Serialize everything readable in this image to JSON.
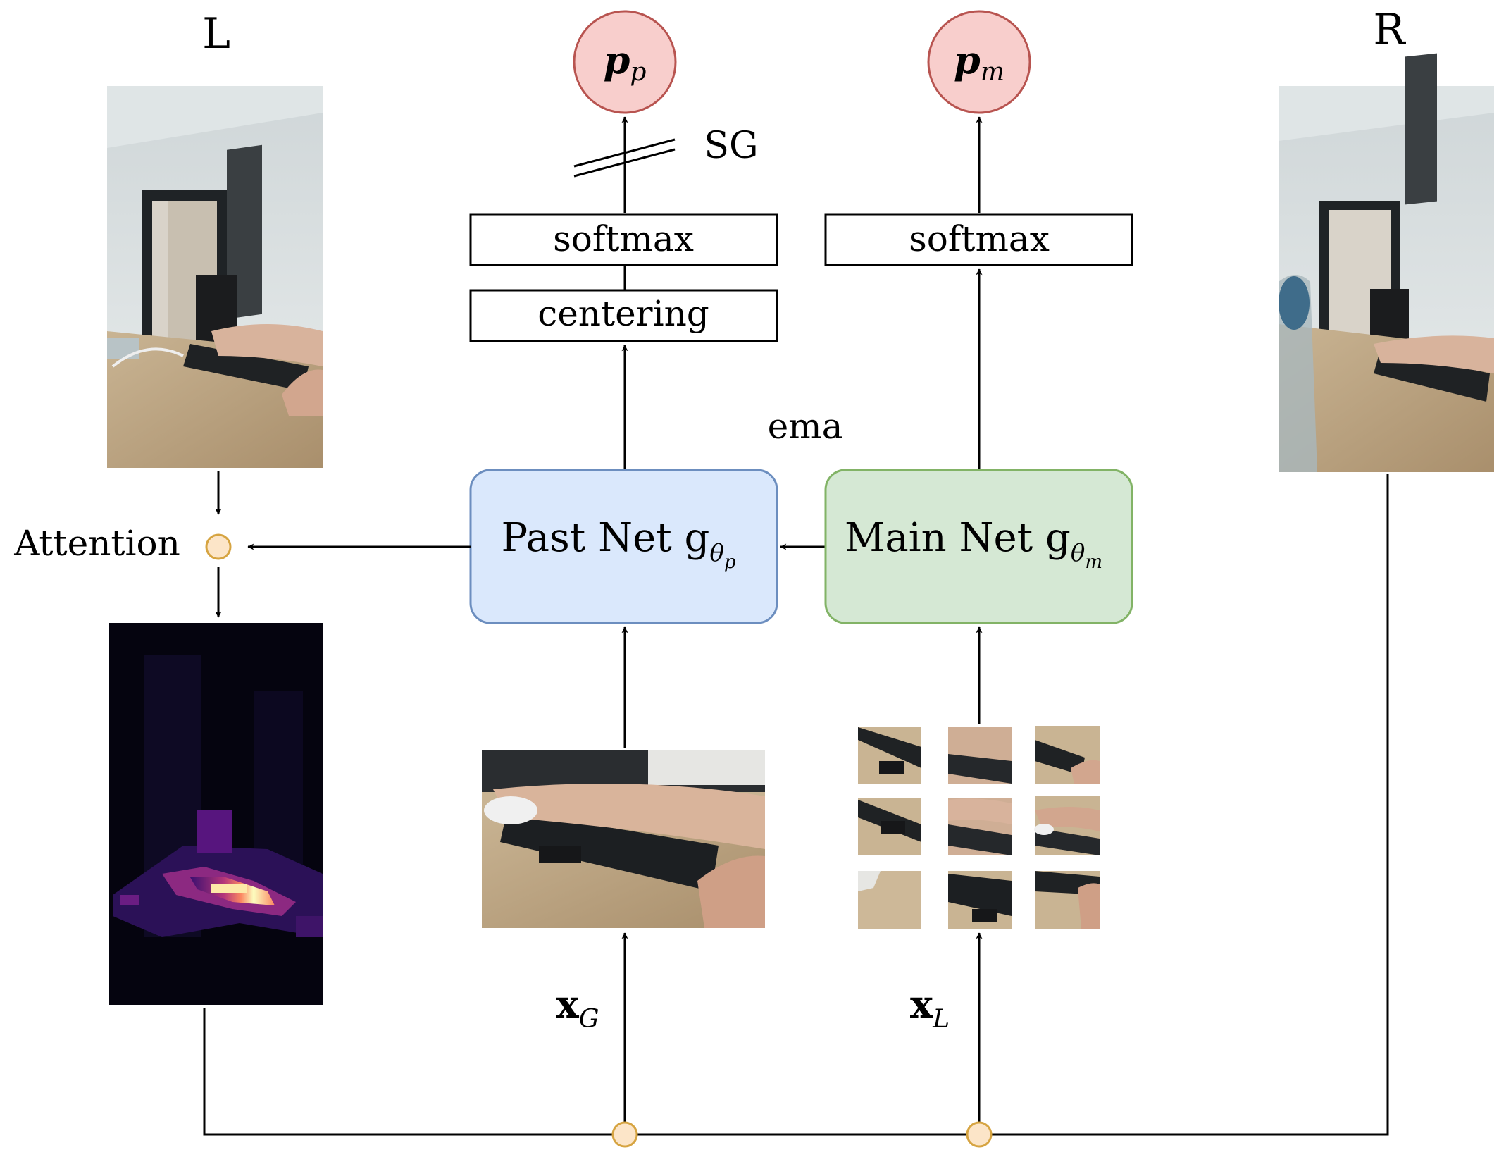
{
  "frames": {
    "left_label": "L",
    "right_label": "R"
  },
  "attention": {
    "label": "Attention"
  },
  "past_net": {
    "label": "Past Net g",
    "sub": "θ",
    "subsub": "p",
    "output": {
      "base": "p",
      "sub": "p"
    },
    "centering": "centering",
    "softmax": "softmax",
    "stop_grad": "SG",
    "input": {
      "base": "x",
      "sub": "G"
    }
  },
  "main_net": {
    "label": "Main Net g",
    "sub": "θ",
    "subsub": "m",
    "output": {
      "base": "p",
      "sub": "m"
    },
    "softmax": "softmax",
    "input": {
      "base": "x",
      "sub": "L"
    }
  },
  "ema": {
    "label": "ema"
  },
  "colors": {
    "past_fill": "#dae8fc",
    "past_stroke": "#6c8ebf",
    "main_fill": "#d5e8d4",
    "main_stroke": "#82b366",
    "output_fill": "#f8cecc",
    "output_stroke": "#b85450",
    "node_fill": "#fce5c8",
    "node_stroke": "#d6a441"
  }
}
